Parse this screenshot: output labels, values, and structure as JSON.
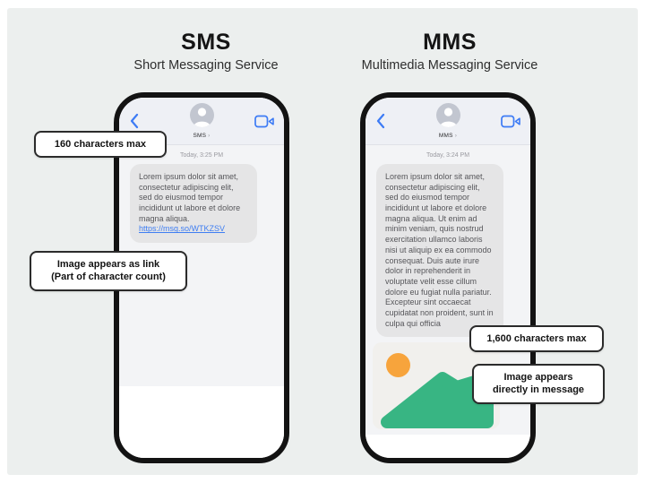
{
  "page": {
    "background": "#ECEFEE",
    "accent_blue": "#3D7BF5",
    "bubble_gray": "#E5E5E6",
    "callout_border": "#2B2B2B"
  },
  "sms": {
    "title": "SMS",
    "subtitle": "Short Messaging Service",
    "phone": {
      "contact_label": "SMS",
      "contact_chevron": "›",
      "date_label": "Today, 3:25 PM",
      "message_text": "Lorem ipsum dolor sit amet, consectetur adipiscing elit, sed do eiusmod tempor incididunt ut labore et dolore magna aliqua.",
      "link_text": "https://msg.so/WTKZSV"
    },
    "callouts": {
      "characters": "160 characters max",
      "image_line1": "Image appears as link",
      "image_line2": "(Part of character count)"
    }
  },
  "mms": {
    "title": "MMS",
    "subtitle": "Multimedia Messaging Service",
    "phone": {
      "contact_label": "MMS",
      "contact_chevron": "›",
      "date_label": "Today, 3:24 PM",
      "message_text": "Lorem ipsum dolor sit amet, consectetur adipiscing elit, sed do eiusmod tempor incididunt ut labore et dolore magna aliqua. Ut enim ad minim veniam, quis nostrud exercitation ullamco laboris nisi ut aliquip ex ea commodo consequat. Duis aute irure dolor in reprehenderit in voluptate velit esse cillum dolore eu fugiat nulla pariatur. Excepteur sint occaecat cupidatat non proident, sunt in culpa qui officia",
      "image_placeholder": {
        "sun_color": "#F7A43C",
        "mountain_color": "#38B583",
        "background": "#F1F0ED"
      }
    },
    "callouts": {
      "characters": "1,600 characters max",
      "image_line1": "Image appears",
      "image_line2": "directly in message"
    }
  }
}
